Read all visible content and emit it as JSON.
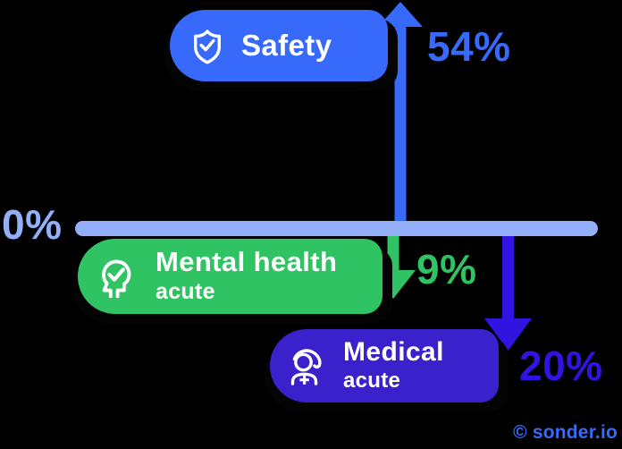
{
  "colors": {
    "background": "#000000",
    "blue": "#3769FA",
    "light_blue": "#92AFF8",
    "green": "#2FC364",
    "indigo_pill": "#3A21CB",
    "indigo_arrow": "#3114E0",
    "text_on_pill": "#FFFFFF"
  },
  "chart_data": {
    "type": "bar",
    "subtype": "diverging-arrow-infographic",
    "baseline": {
      "label": "0%",
      "value": 0
    },
    "categories": [
      "Safety",
      "Mental health acute",
      "Medical acute"
    ],
    "values": [
      54,
      -9,
      -20
    ],
    "series": [
      {
        "name": "Safety",
        "sublabel": "",
        "value": 54,
        "value_label": "54%",
        "direction": "up",
        "icon": "shield-check-icon",
        "pill_color": "#3769FA",
        "arrow_color": "#3769FA"
      },
      {
        "name": "Mental health",
        "sublabel": "acute",
        "value": -9,
        "value_label": "9%",
        "direction": "down",
        "icon": "head-check-icon",
        "pill_color": "#2FC364",
        "arrow_color": "#2FC364"
      },
      {
        "name": "Medical",
        "sublabel": "acute",
        "value": -20,
        "value_label": "20%",
        "direction": "down",
        "icon": "nurse-icon",
        "pill_color": "#3A21CB",
        "arrow_color": "#3114E0"
      }
    ],
    "legend": false,
    "grid": false,
    "annotations": [
      "© sonder.io"
    ]
  }
}
